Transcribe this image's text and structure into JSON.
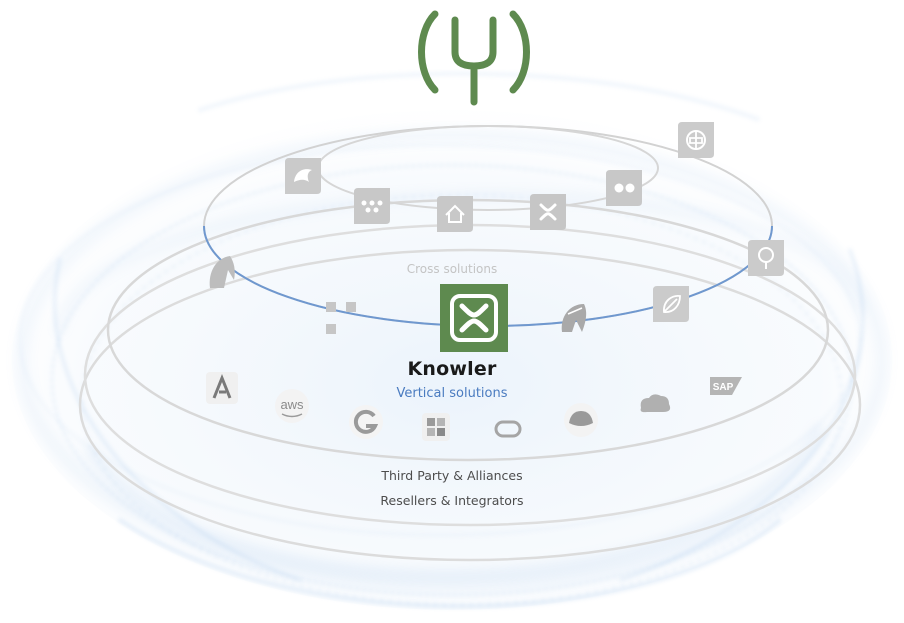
{
  "center": {
    "brand_name": "Knowler",
    "subtitle": "Vertical solutions"
  },
  "rings": {
    "cross_label": "Cross solutions",
    "third_party_label": "Third Party & Alliances",
    "resellers_label": "Resellers & Integrators"
  },
  "colors": {
    "brand_green": "#5e8a4f",
    "accent_blue": "#4a7bc0",
    "ring_gray": "#d6d6d6",
    "tile_gray": "#c8c8c8",
    "particle_blue": "#8fb8e6"
  },
  "top_icons": [
    "mysql-dolphin-icon",
    "shopify-like-icon",
    "home-icon",
    "knowler-x-icon",
    "flickr-dots-icon",
    "chinese-char-icon"
  ],
  "mid_icons": [
    "horse-icon",
    "blocks-icon",
    "horse-head-icon",
    "leaf-icon",
    "tree-icon"
  ],
  "partner_icons": [
    "adobe-icon",
    "aws-icon",
    "google-icon",
    "microsoft-icon",
    "oracle-icon",
    "redhat-icon",
    "salesforce-icon",
    "sap-icon"
  ],
  "partner_texts": {
    "aws": "aws",
    "sap": "SAP"
  }
}
